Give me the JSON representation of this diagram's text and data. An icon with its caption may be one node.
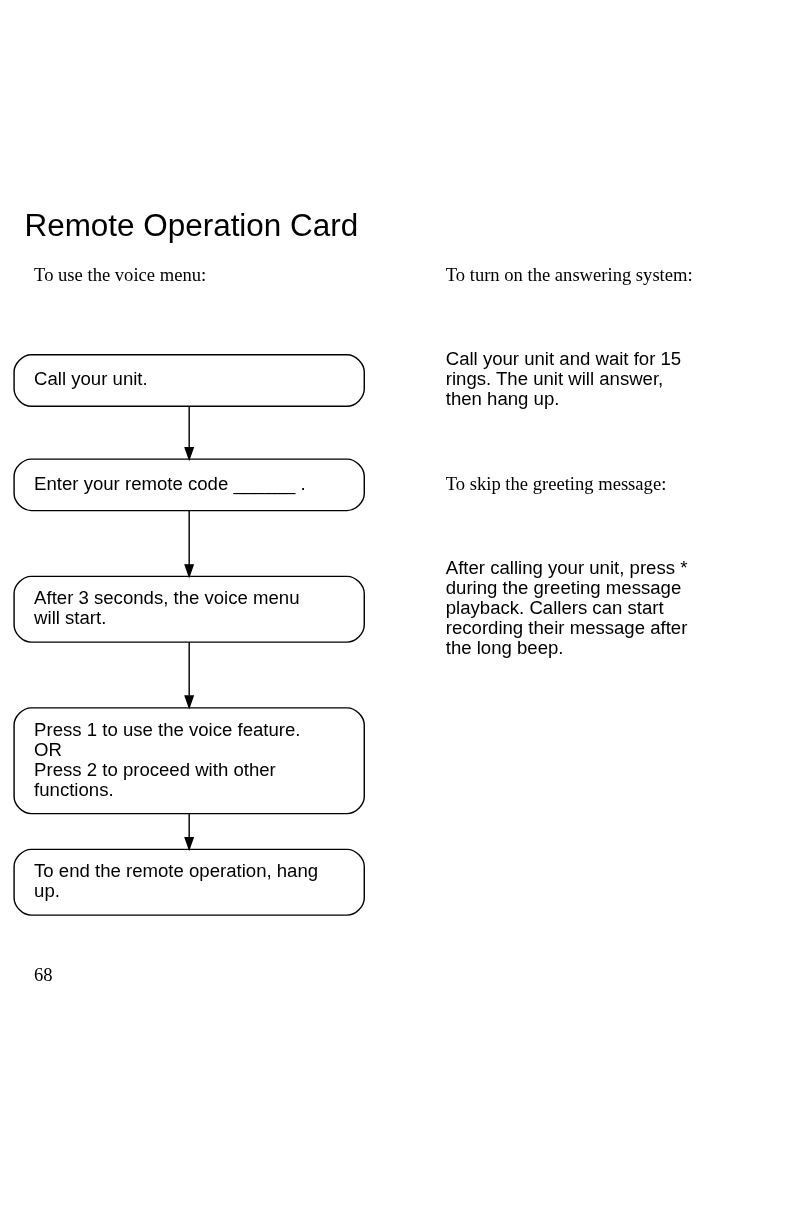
{
  "diagram": {
    "title": "Remote Operation Card",
    "nodes": [
      {
        "text": [
          "Call your unit."
        ]
      },
      {
        "text": [
          "Enter your remote code ______ ."
        ]
      },
      {
        "text": [
          "After 3 seconds, the voice menu will start."
        ]
      },
      {
        "text": [
          "Press 1 to use the voice feature.",
          "OR",
          "Press 2 to proceed with other functions."
        ]
      },
      {
        "text": [
          "To end the remote operation, hang up."
        ]
      }
    ],
    "edges": [
      {
        "from": 0,
        "to": 1,
        "arrow": "to"
      },
      {
        "from": 1,
        "to": 2,
        "arrow": "to"
      },
      {
        "from": 2,
        "to": 3,
        "arrow": "to"
      },
      {
        "from": 3,
        "to": 4,
        "arrow": "to"
      }
    ],
    "labels": [
      "To use the voice menu:",
      "To turn on the answering system:",
      "Call your unit and wait for 15 rings. The unit will answer, then hang up.",
      "To skip the greeting message:",
      "After calling your unit, press * during the greeting message playback. Callers can start recording their message after the long beep.",
      "68"
    ]
  }
}
